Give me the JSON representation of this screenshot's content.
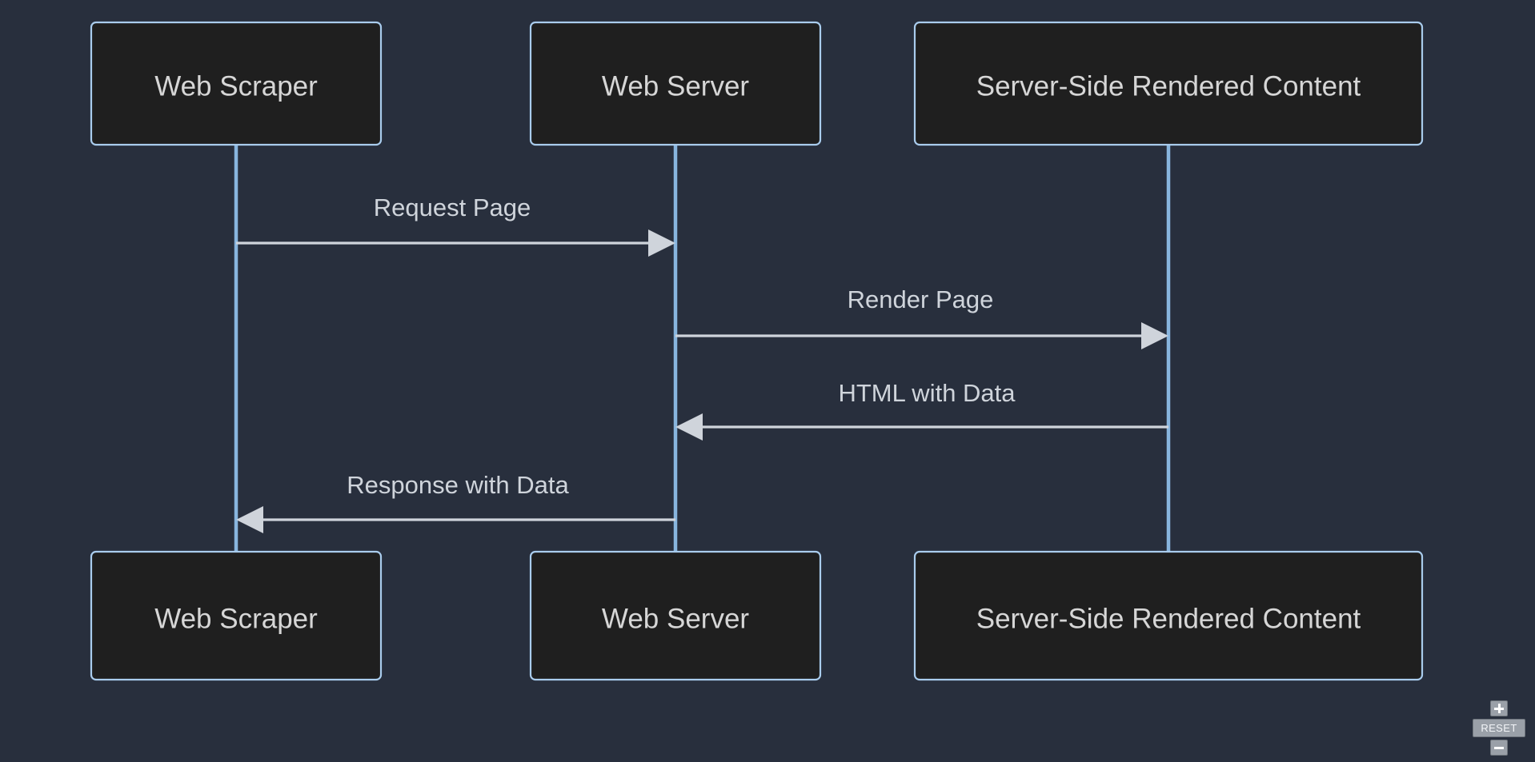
{
  "diagram": {
    "type": "sequence-diagram",
    "background_color": "#282f3d",
    "box_fill_color": "#1f1f1f",
    "box_border_color": "#a9cced",
    "lifeline_color": "#88b5de",
    "message_color": "#cfd4db",
    "label_color": "#d6d6d6",
    "participants": [
      {
        "id": "scraper",
        "label": "Web Scraper"
      },
      {
        "id": "server",
        "label": "Web Server"
      },
      {
        "id": "ssr",
        "label": "Server-Side Rendered Content"
      }
    ],
    "messages": [
      {
        "label": "Request Page",
        "from": "scraper",
        "to": "server",
        "direction": "right"
      },
      {
        "label": "Render Page",
        "from": "server",
        "to": "ssr",
        "direction": "right"
      },
      {
        "label": "HTML with Data",
        "from": "ssr",
        "to": "server",
        "direction": "left"
      },
      {
        "label": "Response with Data",
        "from": "server",
        "to": "scraper",
        "direction": "left"
      }
    ]
  },
  "controls": {
    "zoom_in_label": "+",
    "zoom_in_icon": "plus-icon",
    "reset_label": "RESET",
    "zoom_out_label": "−",
    "zoom_out_icon": "minus-icon"
  }
}
